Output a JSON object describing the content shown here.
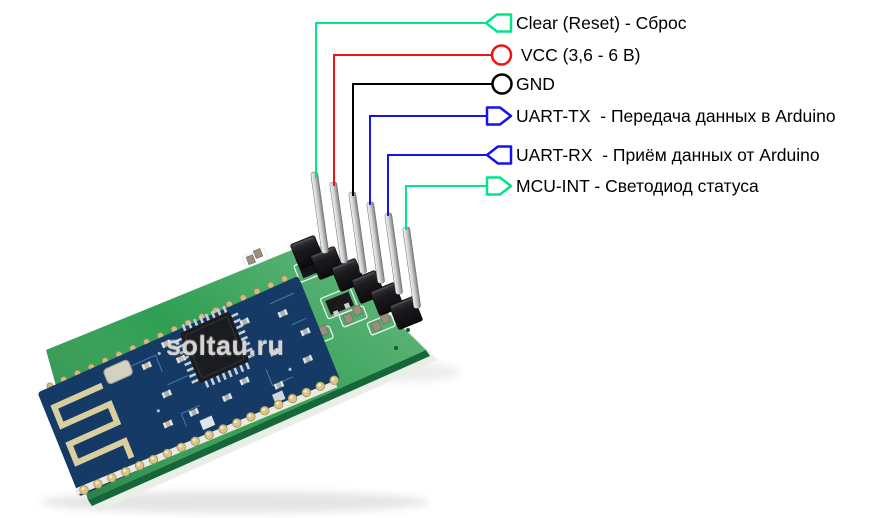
{
  "watermark": "soltau.ru",
  "colors": {
    "green": "#00e587",
    "red": "#f01210",
    "black": "#000000",
    "blue": "#1414ef",
    "board_green": "#2f9e52",
    "module_blue": "#24568f",
    "antenna_gold": "#d9cf9e",
    "label_text": "#000000"
  },
  "pins": [
    {
      "id": "clear",
      "label": "Clear (Reset) - Сброс",
      "color_key": "green",
      "symbol": "flag-left"
    },
    {
      "id": "vcc",
      "label": " VCC (3,6 - 6 В)",
      "color_key": "red",
      "symbol": "circle"
    },
    {
      "id": "gnd",
      "label": "GND",
      "color_key": "black",
      "symbol": "circle"
    },
    {
      "id": "uart-tx",
      "label": "UART-TX  - Передача данных в Arduino",
      "color_key": "blue",
      "symbol": "flag-right"
    },
    {
      "id": "uart-rx",
      "label": "UART-RX  - Приём данных от Arduino",
      "color_key": "blue",
      "symbol": "flag-left"
    },
    {
      "id": "mcu-int",
      "label": "MCU-INT - Светодиод статуса",
      "color_key": "green",
      "symbol": "flag-right"
    }
  ]
}
